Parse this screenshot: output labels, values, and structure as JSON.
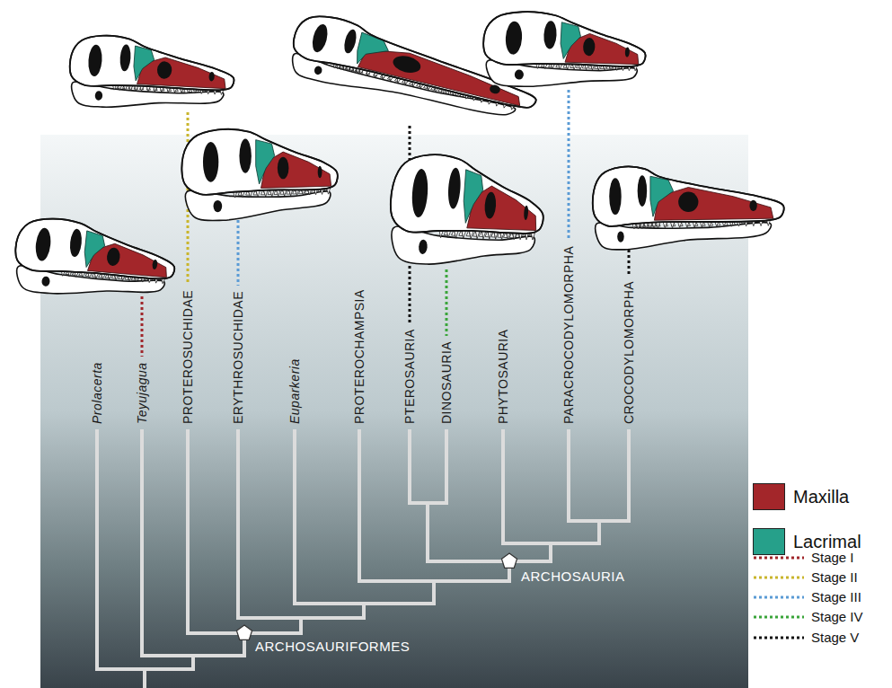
{
  "diagram": {
    "labels": [
      "Prolacerta",
      "Teyujagua",
      "PROTEROSUCHIDAE",
      "ERYTHROSUCHIDAE",
      "Euparkeria",
      "PROTEROCHAMPSIA",
      "PTEROSAURIA",
      "DINOSAURIA",
      "PHYTOSAURIA",
      "PARACROCODYLOMORPHA",
      "CROCODYLOMORPHA",
      "ARCHOSAURIFORMES",
      "ARCHOSAURIA"
    ],
    "legend": [
      {
        "text": "Maxilla",
        "color": "#a3262a"
      },
      {
        "text": "Lacrimal",
        "color": "#26a08a"
      },
      {
        "text": "Stage I"
      },
      {
        "text": "Stage II"
      },
      {
        "text": "Stage III"
      },
      {
        "text": "Stage IV"
      },
      {
        "text": "Stage V"
      }
    ]
  }
}
